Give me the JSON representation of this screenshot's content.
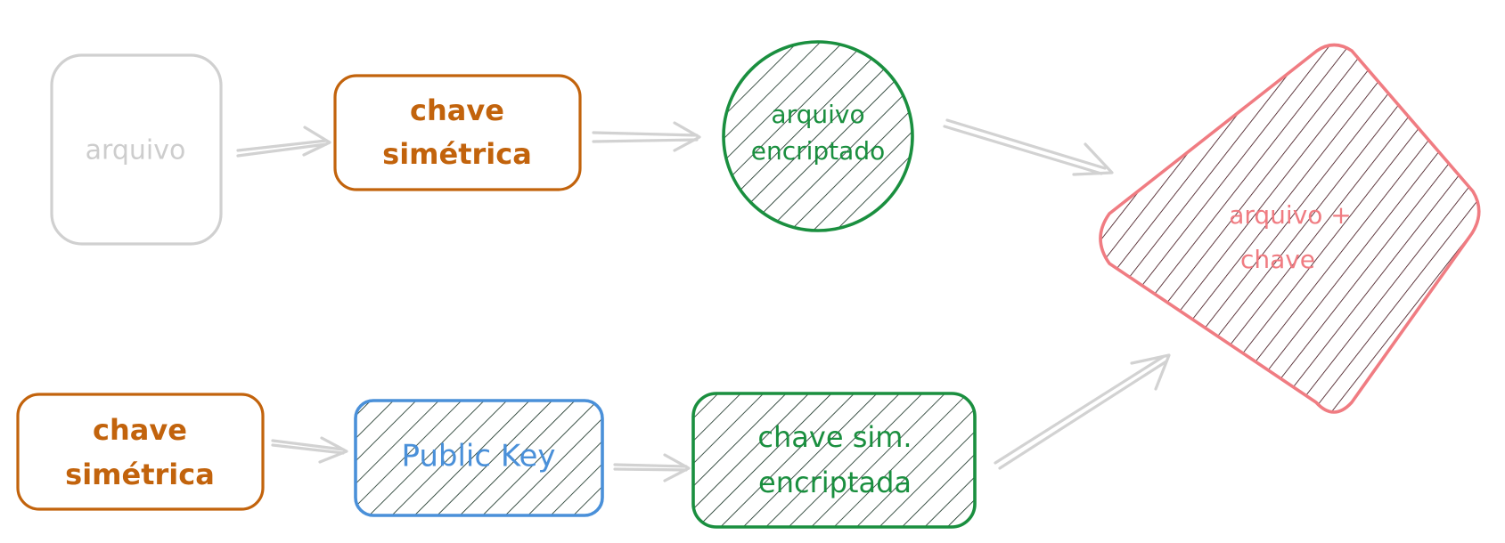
{
  "nodes": {
    "arquivo": {
      "label": "arquivo"
    },
    "chave_simetrica_top": {
      "line1": "chave",
      "line2": "simétrica"
    },
    "arquivo_encriptado": {
      "line1": "arquivo",
      "line2": "encriptado"
    },
    "arquivo_chave": {
      "line1": "arquivo +",
      "line2": "chave"
    },
    "chave_simetrica_bottom": {
      "line1": "chave",
      "line2": "simétrica"
    },
    "public_key": {
      "label": "Public Key"
    },
    "chave_sim_encriptada": {
      "line1": "chave sim.",
      "line2": "encriptada"
    }
  },
  "colors": {
    "gray": "#cfcfcf",
    "orange": "#c2630c",
    "green": "#1a8f3f",
    "blue": "#4a90d9",
    "red": "#f07c82",
    "dark_hatch": "#0e2a1c",
    "maroon_hatch": "#3a0a12"
  }
}
